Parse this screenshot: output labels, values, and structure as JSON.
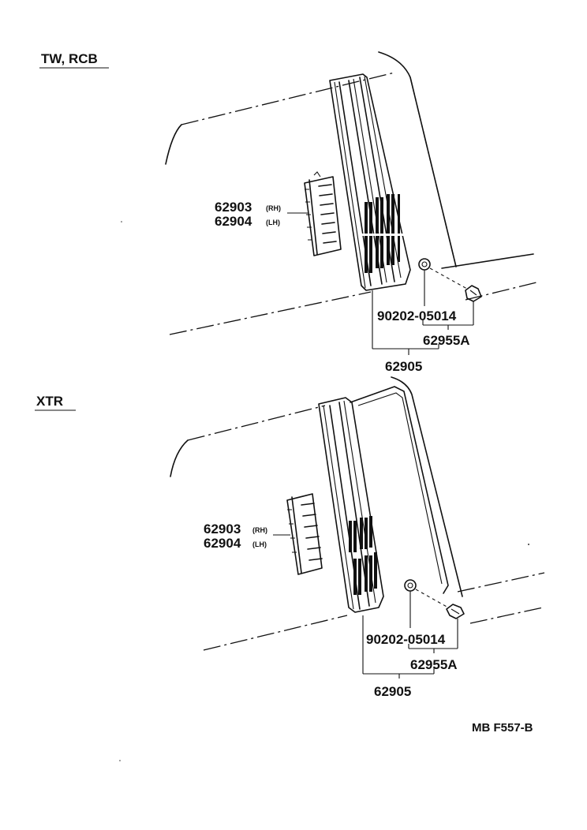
{
  "sections": [
    {
      "title": "TW, RCB",
      "labels": {
        "part_rh": "62903",
        "rh_suffix": "(RH)",
        "part_lh": "62904",
        "lh_suffix": "(LH)",
        "screw": "90202-05014",
        "clip": "62955A",
        "assembly": "62905"
      }
    },
    {
      "title": "XTR",
      "labels": {
        "part_rh": "62903",
        "rh_suffix": "(RH)",
        "part_lh": "62904",
        "lh_suffix": "(LH)",
        "screw": "90202-05014",
        "clip": "62955A",
        "assembly": "62905"
      }
    }
  ],
  "footer_code": "MB F557-B"
}
